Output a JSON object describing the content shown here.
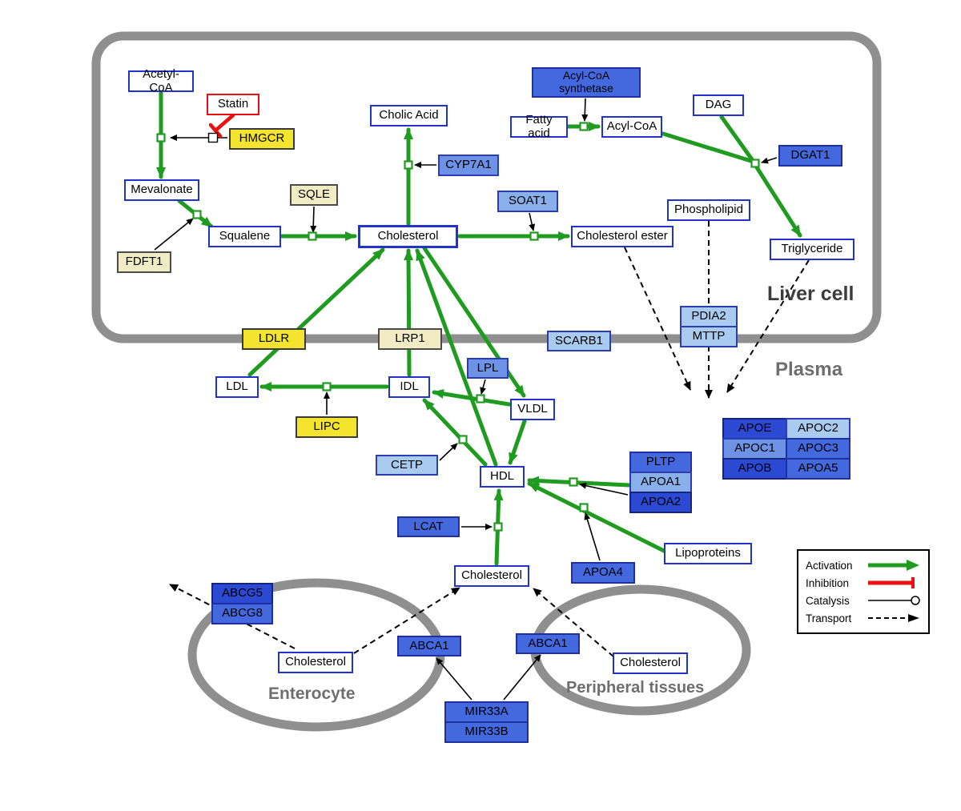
{
  "compartments": {
    "liver": "Liver cell",
    "plasma": "Plasma",
    "enterocyte": "Enterocyte",
    "peripheral": "Peripheral tissues"
  },
  "legend": {
    "activation": "Activation",
    "inhibition": "Inhibition",
    "catalysis": "Catalysis",
    "transport": "Transport"
  },
  "nodes": {
    "acetyl_coa": "Acetyl-CoA",
    "statin": "Statin",
    "hmgcr": "HMGCR",
    "mevalonate": "Mevalonate",
    "sqle": "SQLE",
    "fdft1": "FDFT1",
    "squalene": "Squalene",
    "cholesterol_liver": "Cholesterol",
    "cholic_acid": "Cholic Acid",
    "cyp7a1": "CYP7A1",
    "soat1": "SOAT1",
    "cholesterol_ester": "Cholesterol ester",
    "acyl_coa_synthetase": "Acyl-CoA synthetase",
    "fatty_acid": "Fatty acid",
    "acyl_coa": "Acyl-CoA",
    "dag": "DAG",
    "dgat1": "DGAT1",
    "phospholipid": "Phospholipid",
    "triglyceride": "Triglyceride",
    "pdia2": "PDIA2",
    "mttp": "MTTP",
    "scarb1": "SCARB1",
    "ldlr": "LDLR",
    "lrp1": "LRP1",
    "ldl": "LDL",
    "idl": "IDL",
    "lpl": "LPL",
    "vldl": "VLDL",
    "lipc": "LIPC",
    "cetp": "CETP",
    "hdl": "HDL",
    "lcat": "LCAT",
    "pltp": "PLTP",
    "apoa1": "APOA1",
    "apoa2": "APOA2",
    "apoa4": "APOA4",
    "lipoproteins": "Lipoproteins",
    "apoe": "APOE",
    "apoc2": "APOC2",
    "apoc1": "APOC1",
    "apoc3": "APOC3",
    "apob": "APOB",
    "apoa5": "APOA5",
    "cholesterol_plasma": "Cholesterol",
    "abcg5": "ABCG5",
    "abcg8": "ABCG8",
    "cholesterol_enterocyte": "Cholesterol",
    "abca1_left": "ABCA1",
    "abca1_right": "ABCA1",
    "cholesterol_peripheral": "Cholesterol",
    "mir33a": "MIR33A",
    "mir33b": "MIR33B"
  },
  "colors": {
    "activation_green": "#1f9b1f",
    "inhibition_red": "#e81010",
    "membrane_gray": "#8f8f8f",
    "node_border_blue": "#2233cc",
    "yellow_gene": "#f4e42e",
    "pale_gene": "#f1ecc3",
    "blue_light": "#a9cbf0",
    "blue_medium": "#6e92e6",
    "blue_royal": "#4468de",
    "blue_dark": "#2b49d2"
  }
}
